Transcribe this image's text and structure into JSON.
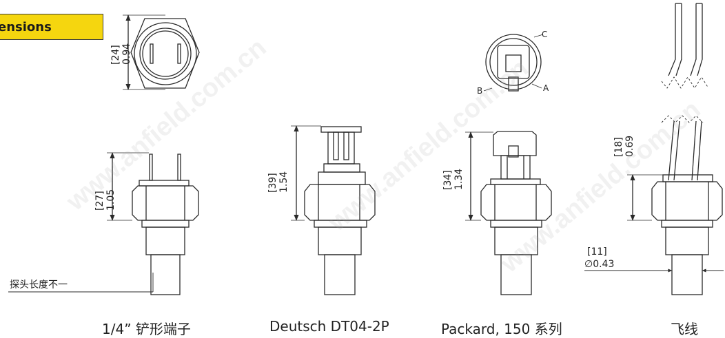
{
  "header": {
    "title": "ensions",
    "color": "#f5d60f"
  },
  "watermark": "www.anfield.com.cn",
  "views": {
    "top_view": {
      "dim_mm": "24",
      "dim_in": "0.94"
    },
    "spade": {
      "dim_mm": "27",
      "dim_in": "1.05",
      "probe_note": "探头长度不一",
      "caption": "1/4” 铲形端子"
    },
    "deutsch": {
      "dim_mm": "39",
      "dim_in": "1.54",
      "caption": "Deutsch DT04-2P"
    },
    "packard": {
      "dim_mm": "34",
      "dim_in": "1.34",
      "caption": "Packard, 150 系列",
      "pin_a": "A",
      "pin_b": "B",
      "pin_c": "C"
    },
    "flying_lead": {
      "dim_mm": "18",
      "dim_in": "0.69",
      "dia_mm": "11",
      "dia_in": "0.43",
      "dia_symbol": "∅",
      "caption": "飞线"
    }
  }
}
